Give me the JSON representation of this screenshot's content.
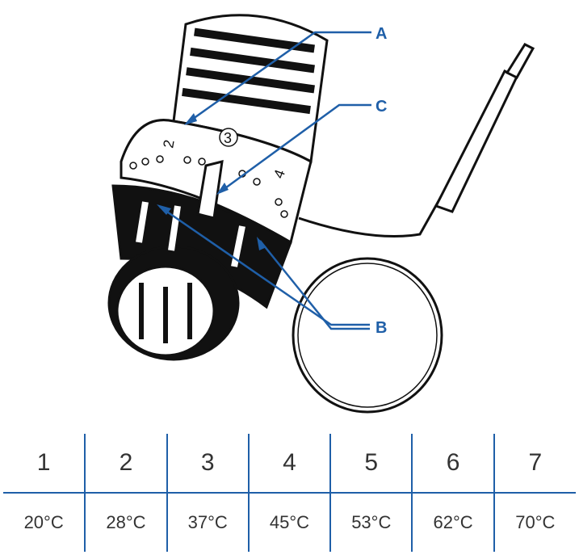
{
  "labels": {
    "a": "A",
    "b": "B",
    "c": "C"
  },
  "dial_numbers": [
    "2",
    "3",
    "4"
  ],
  "table": {
    "settings": [
      "1",
      "2",
      "3",
      "4",
      "5",
      "6",
      "7"
    ],
    "temperatures": [
      "20°C",
      "28°C",
      "37°C",
      "45°C",
      "53°C",
      "62°C",
      "70°C"
    ]
  },
  "colors": {
    "accent": "#1f5fa8",
    "ink": "#111111"
  }
}
